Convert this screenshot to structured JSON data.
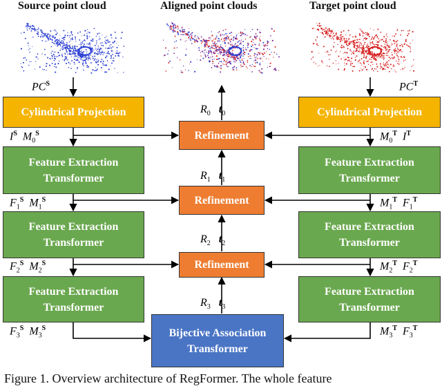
{
  "headers": {
    "source": "Source point cloud",
    "aligned": "Aligned point clouds",
    "target": "Target point cloud"
  },
  "boxes": {
    "cyl_left": "Cylindrical Projection",
    "cyl_right": "Cylindrical Projection",
    "fet_line1": "Feature Extraction",
    "fet_line2": "Transformer",
    "refinement": "Refinement",
    "bat_line1": "Bijective Association",
    "bat_line2": "Transformer"
  },
  "labels": {
    "pc": "PC",
    "S": "S",
    "T": "T",
    "I": "I",
    "M": "M",
    "F": "F",
    "R": "R",
    "t": "t",
    "idx0": "0",
    "idx1": "1",
    "idx2": "2",
    "idx3": "3"
  },
  "caption": "Figure 1. Overview architecture of RegFormer. The whole feature",
  "colors": {
    "cylindrical_projection": "#f5b400",
    "feature_extraction": "#6aa84f",
    "refinement": "#ee7d31",
    "bijective_association": "#4a75c5",
    "source_cloud": "#2b3fd1",
    "target_cloud": "#d62020",
    "aligned_cloud": "#7a1f8f"
  }
}
